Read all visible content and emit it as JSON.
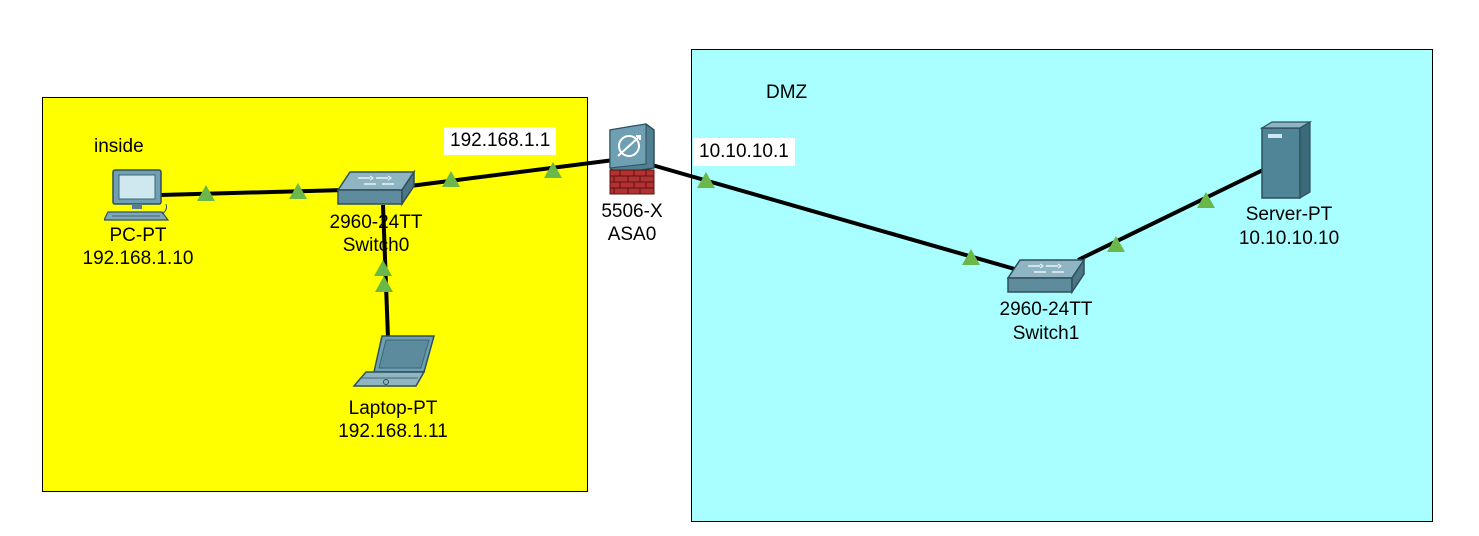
{
  "zones": {
    "inside": {
      "label": "inside",
      "color": "#ffff00"
    },
    "dmz": {
      "label": "DMZ",
      "color": "#a9ffff"
    }
  },
  "devices": {
    "pc": {
      "model": "PC-PT",
      "ip": "192.168.1.10",
      "icon": "pc-icon"
    },
    "switch0": {
      "model": "2960-24TT",
      "name": "Switch0",
      "icon": "switch-icon"
    },
    "laptop": {
      "model": "Laptop-PT",
      "ip": "192.168.1.11",
      "icon": "laptop-icon"
    },
    "asa": {
      "model": "5506-X",
      "name": "ASA0",
      "icon": "firewall-icon"
    },
    "switch1": {
      "model": "2960-24TT",
      "name": "Switch1",
      "icon": "switch-icon"
    },
    "server": {
      "model": "Server-PT",
      "ip": "10.10.10.10",
      "icon": "server-icon"
    }
  },
  "interfaces": {
    "asa_inside_ip": "192.168.1.1",
    "asa_dmz_ip": "10.10.10.1"
  },
  "colors": {
    "link": "#000000",
    "link_status_up": "#6ab84a"
  }
}
